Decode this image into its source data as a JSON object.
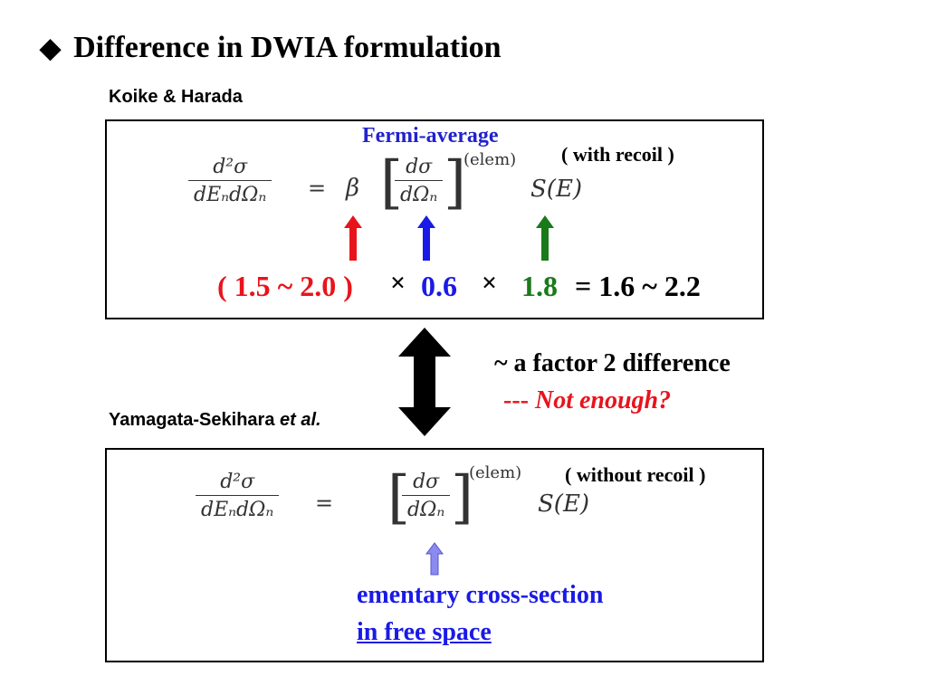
{
  "title": {
    "bullet": "◆",
    "text": "Difference in DWIA formulation"
  },
  "koike": {
    "author_label": "Koike & Harada",
    "fermi_label": "Fermi-average",
    "recoil_label": "( with recoil )",
    "formula": {
      "lhs_num": "d²σ",
      "lhs_den": "dEₙdΩₙ",
      "equals": "=",
      "beta": "β",
      "rhs_num": "dσ",
      "rhs_den": "dΩₙ",
      "superscript": "(elem)",
      "se": "S(E)"
    },
    "values": {
      "red": "( 1.5 ~ 2.0 )",
      "times1": "×",
      "blue": "0.6",
      "times2": "×",
      "green": "1.8",
      "result": "= 1.6 ~ 2.2"
    }
  },
  "comparison": {
    "factor_text": "~ a factor 2 difference",
    "dashes": "---",
    "not_enough": "Not enough?"
  },
  "yamagata": {
    "author_label": "Yamagata-Sekihara",
    "author_suffix": "et al.",
    "recoil_label": "( without recoil )",
    "formula": {
      "lhs_num": "d²σ",
      "lhs_den": "dEₙdΩₙ",
      "equals": "=",
      "rhs_num": "dσ",
      "rhs_den": "dΩₙ",
      "superscript": "(elem)",
      "se": "S(E)"
    },
    "desc_line1": "ementary cross-section",
    "desc_line2": "in free space"
  },
  "colors": {
    "red": "#e8141c",
    "blue": "#1a1ae6",
    "green": "#1a7a1a",
    "fermi_blue": "#2222cc",
    "light_blue_arrow": "#8a8af0"
  }
}
